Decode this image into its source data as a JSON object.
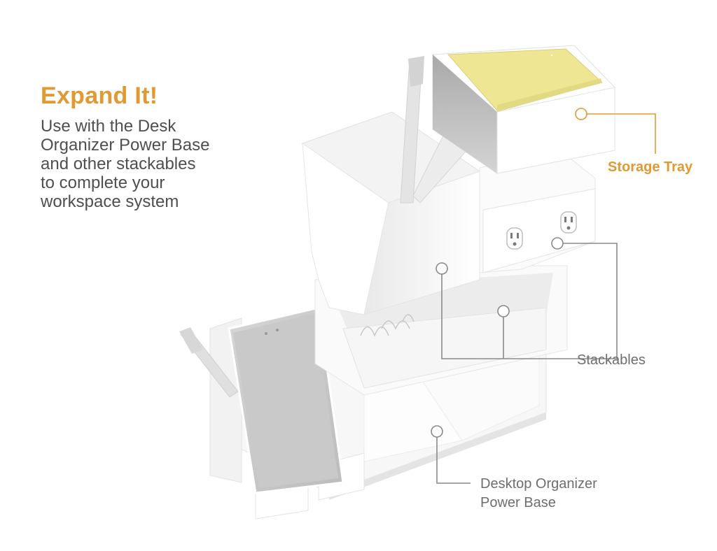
{
  "headline": "Expand It!",
  "subtext_lines": [
    "Use with the Desk",
    "Organizer Power Base",
    "and other stackables",
    "to complete your",
    "workspace system"
  ],
  "callouts": {
    "storage_tray": "Storage Tray",
    "stackables": "Stackables",
    "power_base_lines": [
      "Desktop Organizer",
      "Power Base"
    ]
  },
  "colors": {
    "accent": "#e19a33",
    "body_text": "#4f4f4f",
    "callout_text": "#6e6e6e",
    "sticky_note": "#efe694"
  }
}
